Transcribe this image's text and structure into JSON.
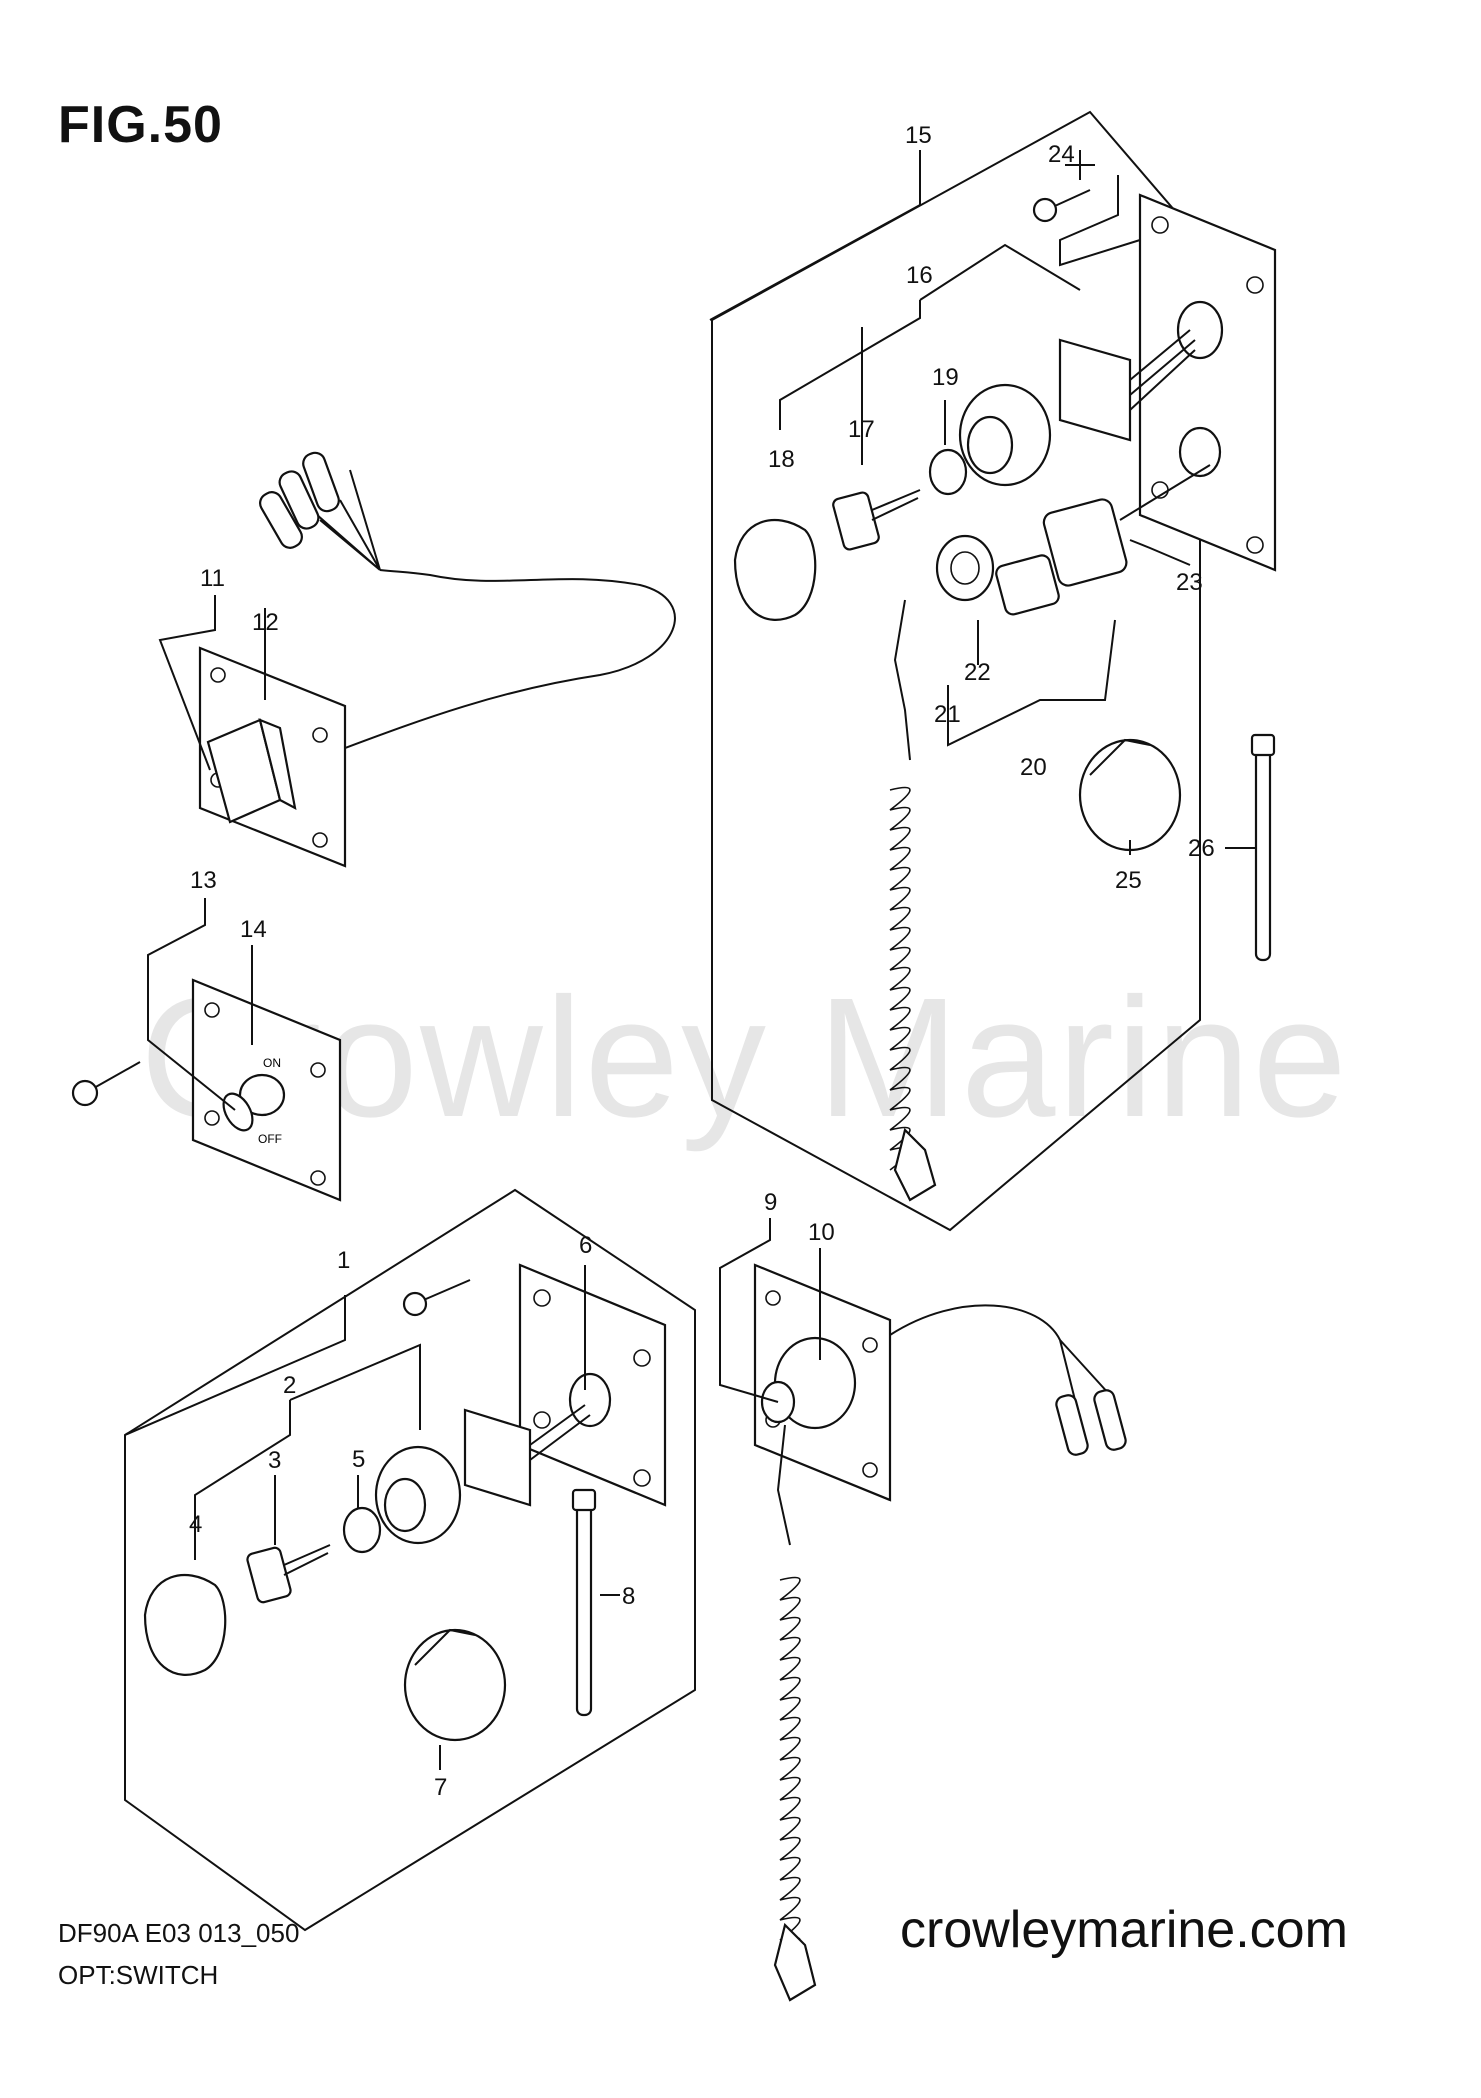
{
  "figure": {
    "title": "FIG.50"
  },
  "watermark": "Crowley Marine",
  "footer": {
    "code": "DF90A E03 013_050",
    "subtitle": "OPT:SWITCH",
    "site": "crowleymarine.com"
  },
  "callouts": [
    "1",
    "2",
    "3",
    "4",
    "5",
    "6",
    "7",
    "8",
    "9",
    "10",
    "11",
    "12",
    "13",
    "14",
    "15",
    "16",
    "17",
    "18",
    "19",
    "20",
    "21",
    "22",
    "23",
    "24",
    "25",
    "26"
  ],
  "switch_labels": {
    "on": "ON",
    "off": "OFF"
  }
}
